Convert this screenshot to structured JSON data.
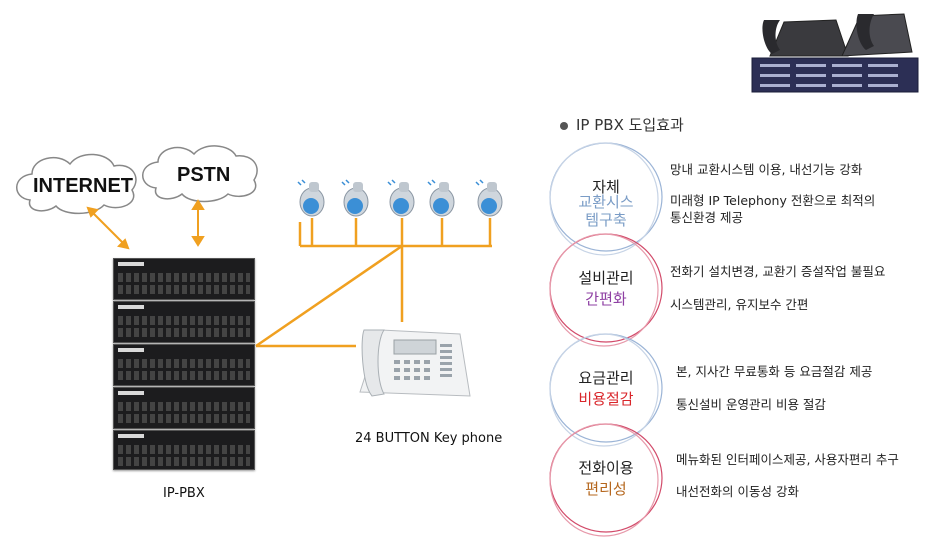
{
  "network": {
    "internet_label": "INTERNET",
    "pstn_label": "PSTN",
    "pbx_label": "IP-PBX",
    "keyphone_label": "24 BUTTON Key phone"
  },
  "effects": {
    "title": "IP PBX 도입효과",
    "items": [
      {
        "line1": "자체",
        "line2": "교환시스\n템구축",
        "color": "#7a9cc6",
        "desc": [
          "망내 교환시스템 이용, 내선기능 강화",
          "미래형 IP Telephony 전환으로 최적의\n통신환경 제공"
        ]
      },
      {
        "line1": "설비관리",
        "line2": "간편화",
        "color": "#8e3fa3",
        "desc": [
          "전화기 설치변경, 교환기 증설작업 불필요",
          "시스템관리, 유지보수 간편"
        ]
      },
      {
        "line1": "요금관리",
        "line2": "비용절감",
        "color": "#d9262b",
        "desc": [
          "본, 지사간 무료통화 등 요금절감 제공",
          "통신설비 운영관리 비용 절감"
        ]
      },
      {
        "line1": "전화이용",
        "line2": "편리성",
        "color": "#b5671e",
        "desc": [
          "메뉴화된 인터페이스제공, 사용자편리 추구",
          "내선전화의 이동성 강화"
        ]
      }
    ]
  }
}
